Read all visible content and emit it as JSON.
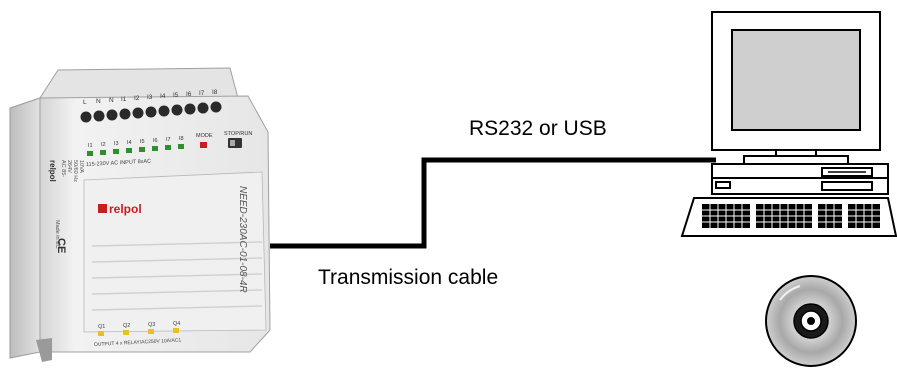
{
  "labels": {
    "connection": "RS232 or USB",
    "cable": "Transmission cable"
  },
  "plc": {
    "brand_top": "relpol",
    "brand_front": "relpol",
    "model": "NEED-230AC-01-08-4R",
    "terminals": [
      "L",
      "N",
      "N",
      "I1",
      "I2",
      "I3",
      "I4",
      "I5",
      "I6",
      "I7",
      "I8"
    ],
    "input_leds": [
      "I1",
      "I2",
      "I3",
      "I4",
      "I5",
      "I6",
      "I7",
      "I8"
    ],
    "input_band": "115-230V AC INPUT 8xAC",
    "mode_label": "MODE",
    "switch_label": "STOP/RUN",
    "supply_text": [
      "AC 85-",
      "264V",
      "50/60 Hz",
      "10VA"
    ],
    "made_in": "Made in EC",
    "ce_mark": "CE",
    "output_leds": [
      "Q1",
      "Q2",
      "Q3",
      "Q4"
    ],
    "output_band": "OUTPUT 4 x RELAY/AC250V 10A/AC1"
  },
  "colors": {
    "cable": "#000000",
    "led_green": "#2f8f2f",
    "led_yellow": "#e8c020",
    "mode_red": "#c81e1e",
    "brand_red": "#c81e1e",
    "housing": "#eaeaea"
  }
}
